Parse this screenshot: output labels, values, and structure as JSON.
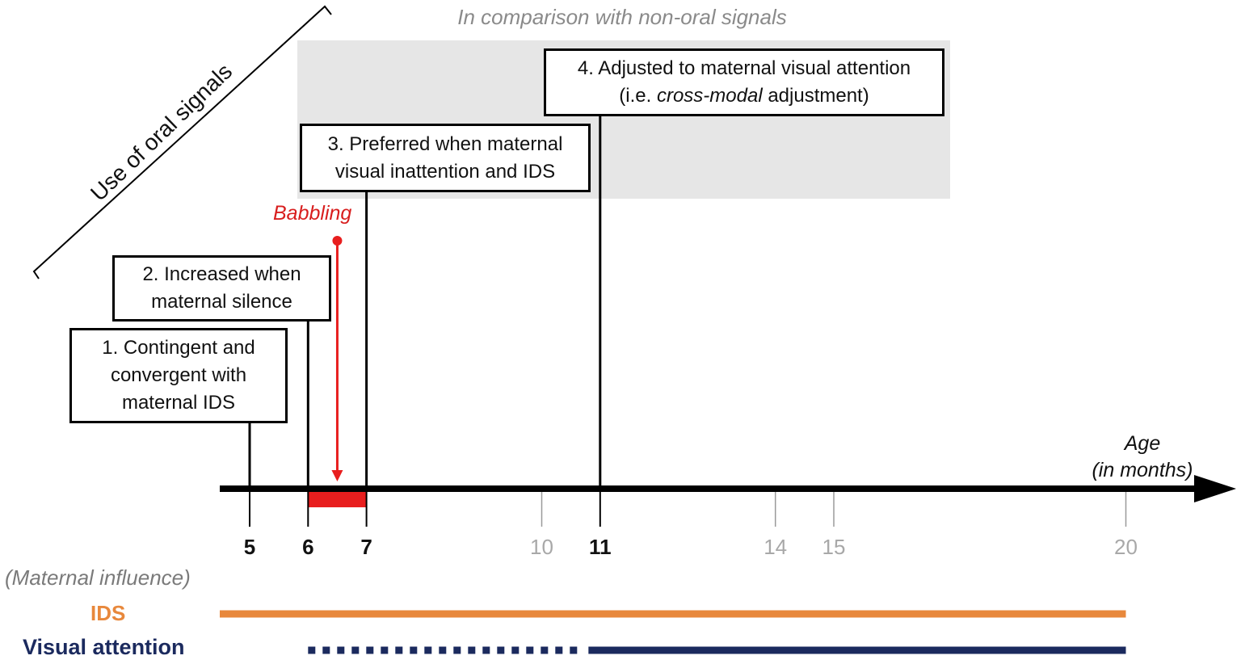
{
  "diagram": {
    "top_label": "In comparison with non-oral signals",
    "oral_axis_label": "Use of oral signals",
    "babbling_label": "Babbling",
    "age_axis": {
      "label_line1": "Age",
      "label_line2": "(in months)"
    },
    "ticks": [
      {
        "value": 5,
        "label": "5",
        "emphasis": "major"
      },
      {
        "value": 6,
        "label": "6",
        "emphasis": "major"
      },
      {
        "value": 7,
        "label": "7",
        "emphasis": "major"
      },
      {
        "value": 10,
        "label": "10",
        "emphasis": "minor"
      },
      {
        "value": 11,
        "label": "11",
        "emphasis": "major"
      },
      {
        "value": 14,
        "label": "14",
        "emphasis": "minor"
      },
      {
        "value": 15,
        "label": "15",
        "emphasis": "minor"
      },
      {
        "value": 20,
        "label": "20",
        "emphasis": "minor"
      }
    ],
    "milestones": [
      {
        "age": 5,
        "line1": "1. Contingent and",
        "line2": "convergent with",
        "line3": "maternal IDS"
      },
      {
        "age": 6,
        "line1": "2. Increased when",
        "line2": "maternal silence"
      },
      {
        "age": 7,
        "line1": "3. Preferred when maternal",
        "line2": "visual inattention and IDS"
      },
      {
        "age": 11,
        "line1": "4. Adjusted to maternal visual attention",
        "line2_before": "(i.e. ",
        "line2_italic": "cross-modal",
        "line2_after": " adjustment)"
      }
    ],
    "babbling_period": {
      "start": 6,
      "end": 7
    },
    "maternal_influence_label": "(Maternal influence)",
    "influences": [
      {
        "name": "IDS",
        "start": 5,
        "end": 20,
        "style": "solid",
        "color": "#e8883c"
      },
      {
        "name": "Visual attention",
        "dotted_start": 6,
        "dotted_end": 10.8,
        "solid_start": 10.8,
        "end": 20,
        "color": "#1b2a5e"
      }
    ],
    "colors": {
      "axis": "#000000",
      "babbling": "#e81e1e",
      "shade": "#e6e6e6",
      "ids": "#e8883c",
      "visual_attention": "#1b2a5e",
      "minor_tick": "#9a9a9a"
    }
  }
}
